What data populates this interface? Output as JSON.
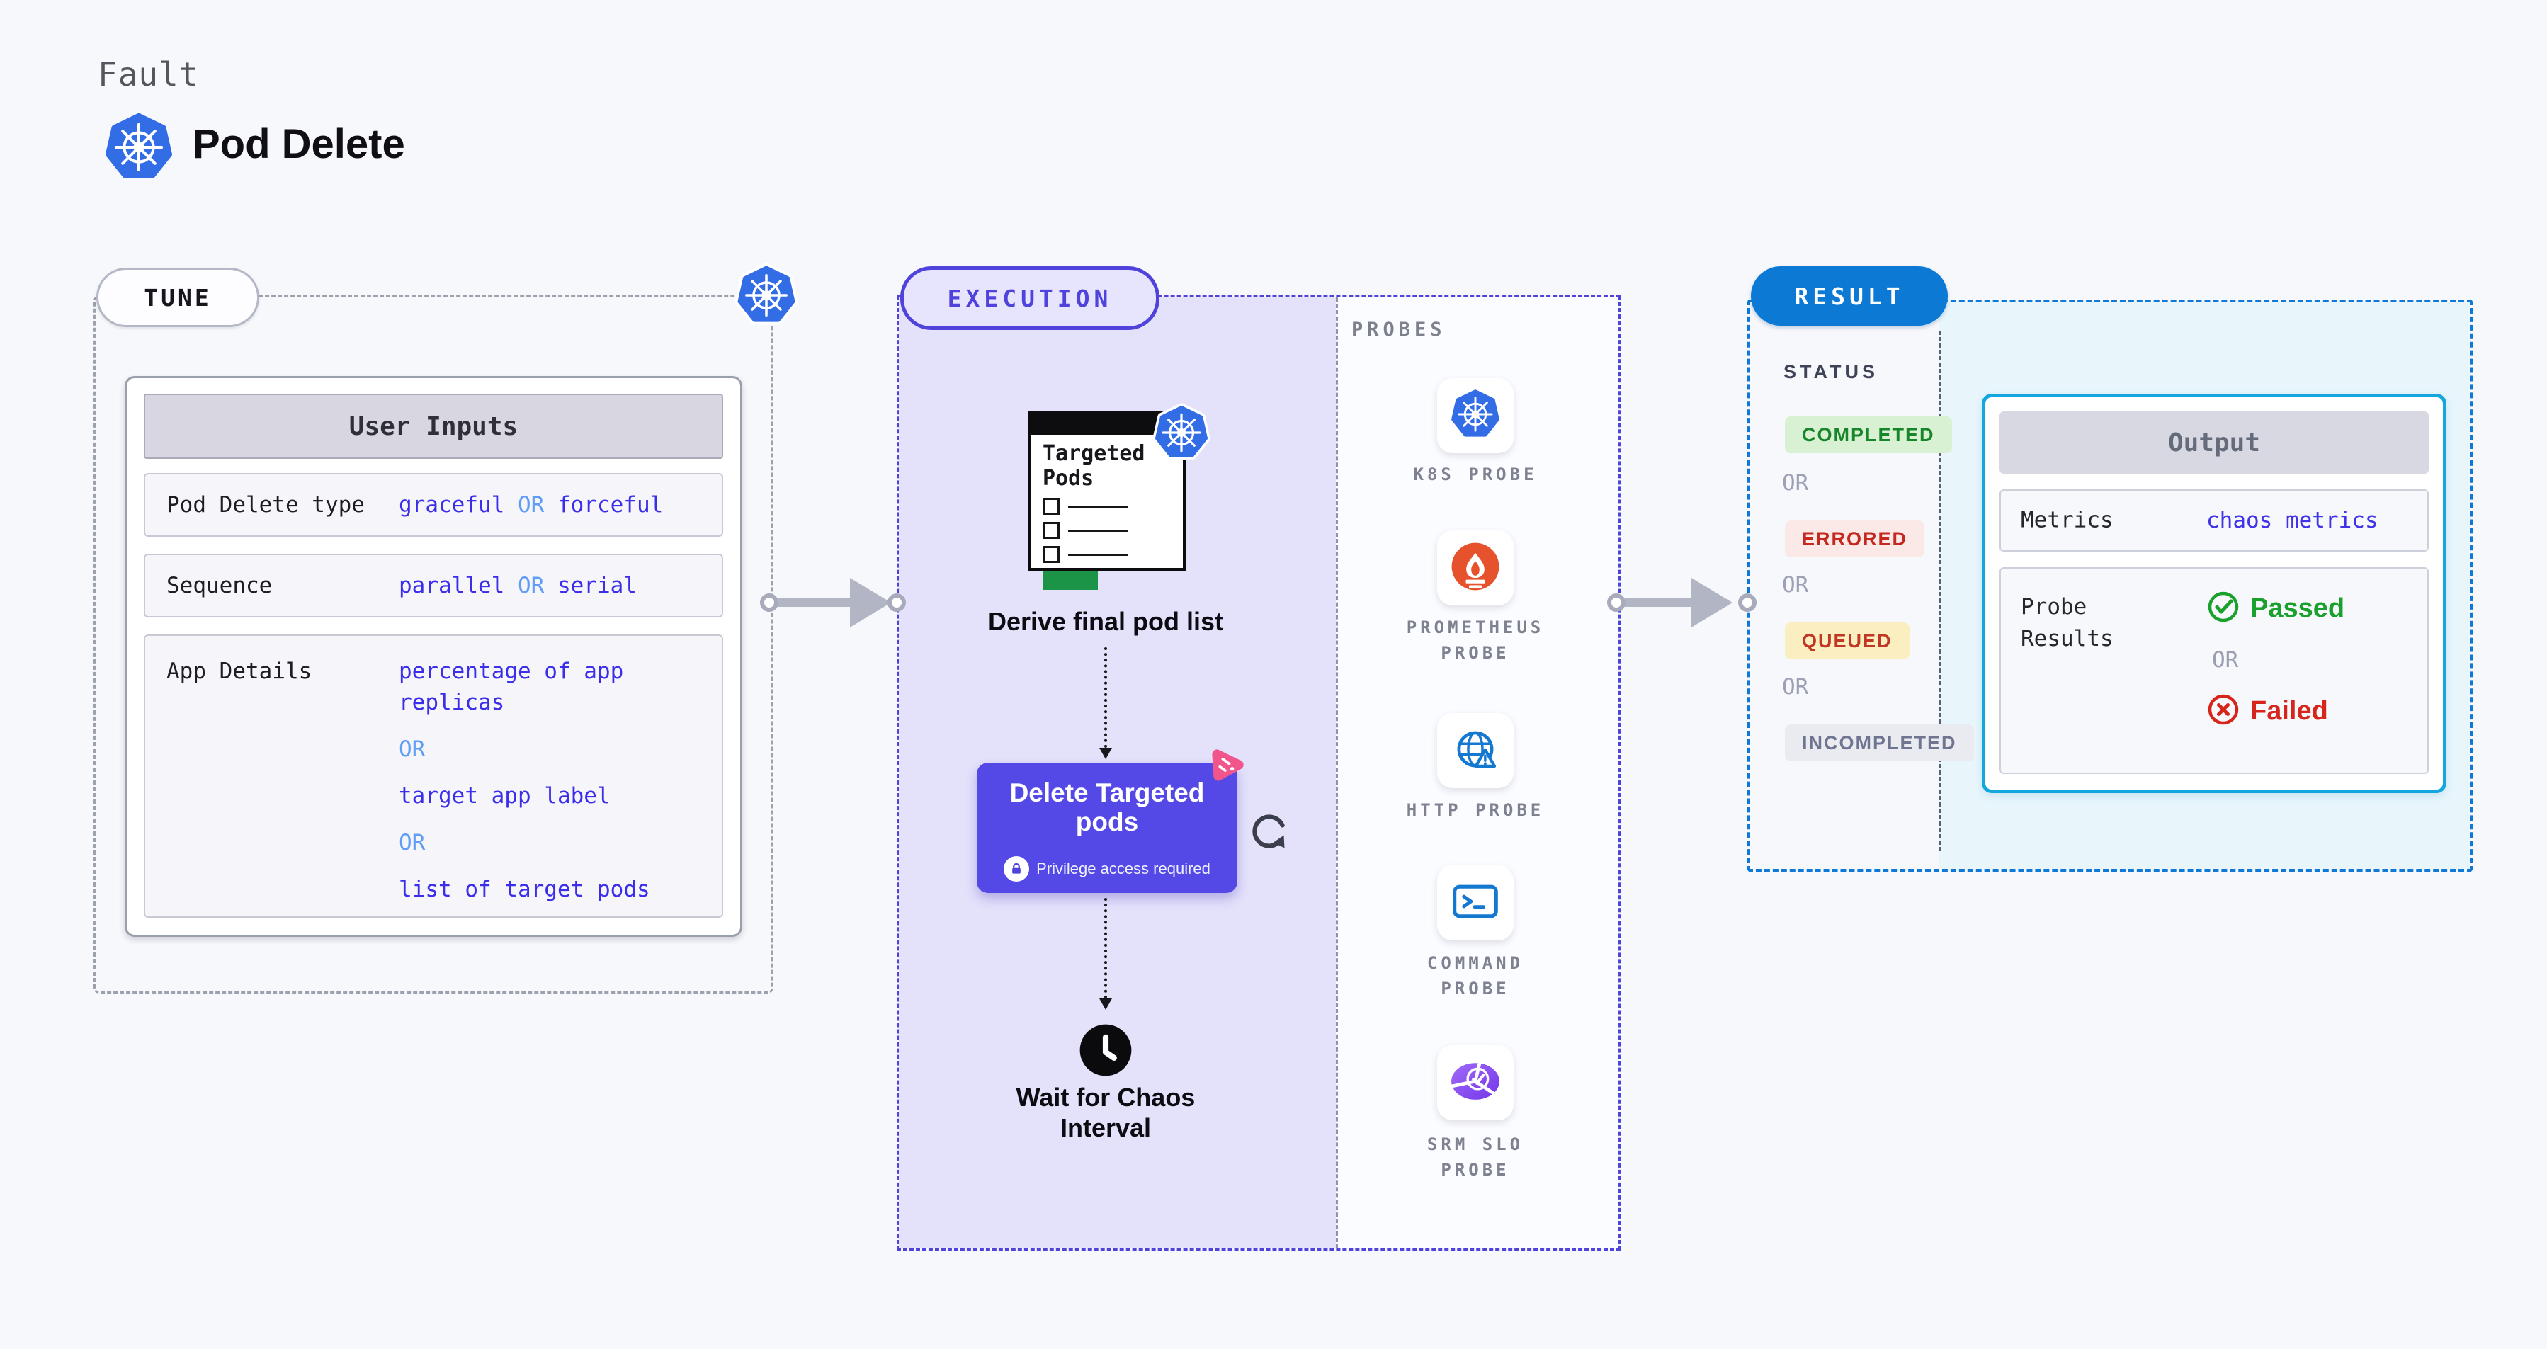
{
  "header": {
    "eyebrow": "Fault",
    "title": "Pod Delete"
  },
  "colors": {
    "accent_indigo": "#4f43dc",
    "execution_fill": "#e4e1fb",
    "delete_card": "#5449e6",
    "result_blue": "#0c79d4",
    "output_border": "#13a7e0",
    "k8s_blue": "#326de6",
    "prometheus_orange": "#e6522c",
    "passed_green": "#1aa02c",
    "failed_red": "#d6261b",
    "value_blue": "#3a2eea",
    "or_light_blue": "#5f9df6",
    "chaos_pink": "#f2548c",
    "green_bar": "#1b9447",
    "srm_purple": "#8b5cf6"
  },
  "tune": {
    "label": "TUNE",
    "user_inputs": {
      "title": "User Inputs",
      "rows": [
        {
          "label": "Pod Delete type",
          "v1": "graceful",
          "or": "OR",
          "v2": "forceful"
        },
        {
          "label": "Sequence",
          "v1": "parallel",
          "or": "OR",
          "v2": "serial"
        },
        {
          "label": "App Details",
          "v1": "percentage of app replicas",
          "or1": "OR",
          "v2": "target app label",
          "or2": "OR",
          "v3": "list of target pods"
        }
      ]
    }
  },
  "execution": {
    "label": "EXECUTION",
    "targeted_window_title": "Targeted Pods",
    "derive_caption": "Derive final pod list",
    "delete_card": {
      "title": "Delete Targeted pods",
      "privilege": "Privilege access required"
    },
    "wait_caption": "Wait for Chaos Interval",
    "probes": {
      "title": "PROBES",
      "items": [
        {
          "icon": "kubernetes-icon",
          "label": "K8S PROBE"
        },
        {
          "icon": "prometheus-icon",
          "label": "PROMETHEUS PROBE"
        },
        {
          "icon": "http-globe-warning-icon",
          "label": "HTTP PROBE"
        },
        {
          "icon": "terminal-icon",
          "label": "COMMAND PROBE"
        },
        {
          "icon": "slo-pie-check-icon",
          "label": "SRM SLO PROBE"
        }
      ]
    }
  },
  "result": {
    "label": "RESULT",
    "status": {
      "title": "STATUS",
      "completed": "COMPLETED",
      "or1": "OR",
      "errored": "ERRORED",
      "or2": "OR",
      "queued": "QUEUED",
      "or3": "OR",
      "incompleted": "INCOMPLETED"
    },
    "output": {
      "title": "Output",
      "metrics_label": "Metrics",
      "metrics_value": "chaos metrics",
      "probe_results_label": "Probe Results",
      "passed": "Passed",
      "or": "OR",
      "failed": "Failed"
    }
  }
}
